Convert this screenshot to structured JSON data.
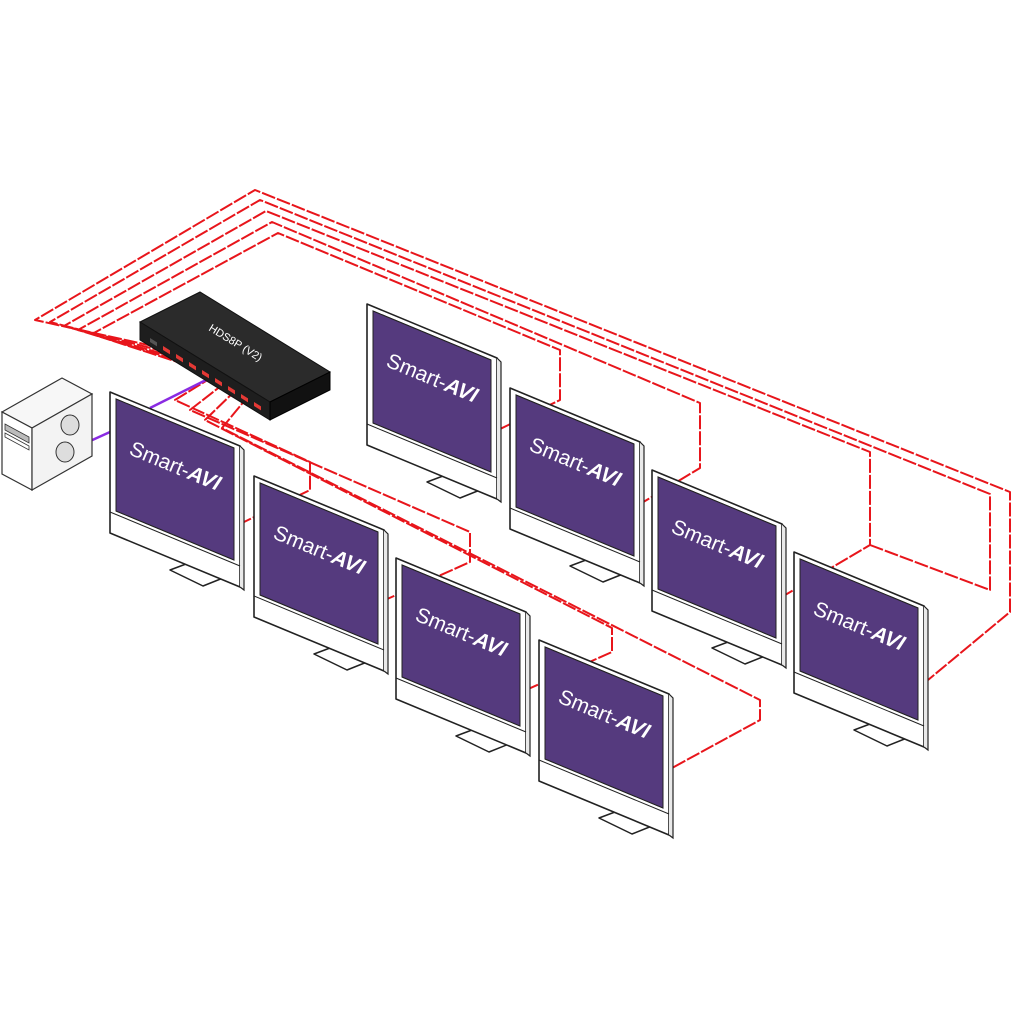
{
  "splitter": {
    "model_label": "HDS8P (V2)",
    "body_color": "#1e1e1e",
    "port_color": "#e53935"
  },
  "monitor": {
    "brand_label": "Smart-",
    "brand_logo": "AVI",
    "screen_color": "#553a7e",
    "frame_color": "#ffffff"
  },
  "cables": {
    "output_color": "#e8151b",
    "input_color": "#8a2be2"
  },
  "monitors": [
    {
      "id": "m1"
    },
    {
      "id": "m2"
    },
    {
      "id": "m3"
    },
    {
      "id": "m4"
    },
    {
      "id": "m5"
    },
    {
      "id": "m6"
    },
    {
      "id": "m7"
    },
    {
      "id": "m8"
    }
  ],
  "source": {
    "icon": "computer-tower-icon"
  }
}
